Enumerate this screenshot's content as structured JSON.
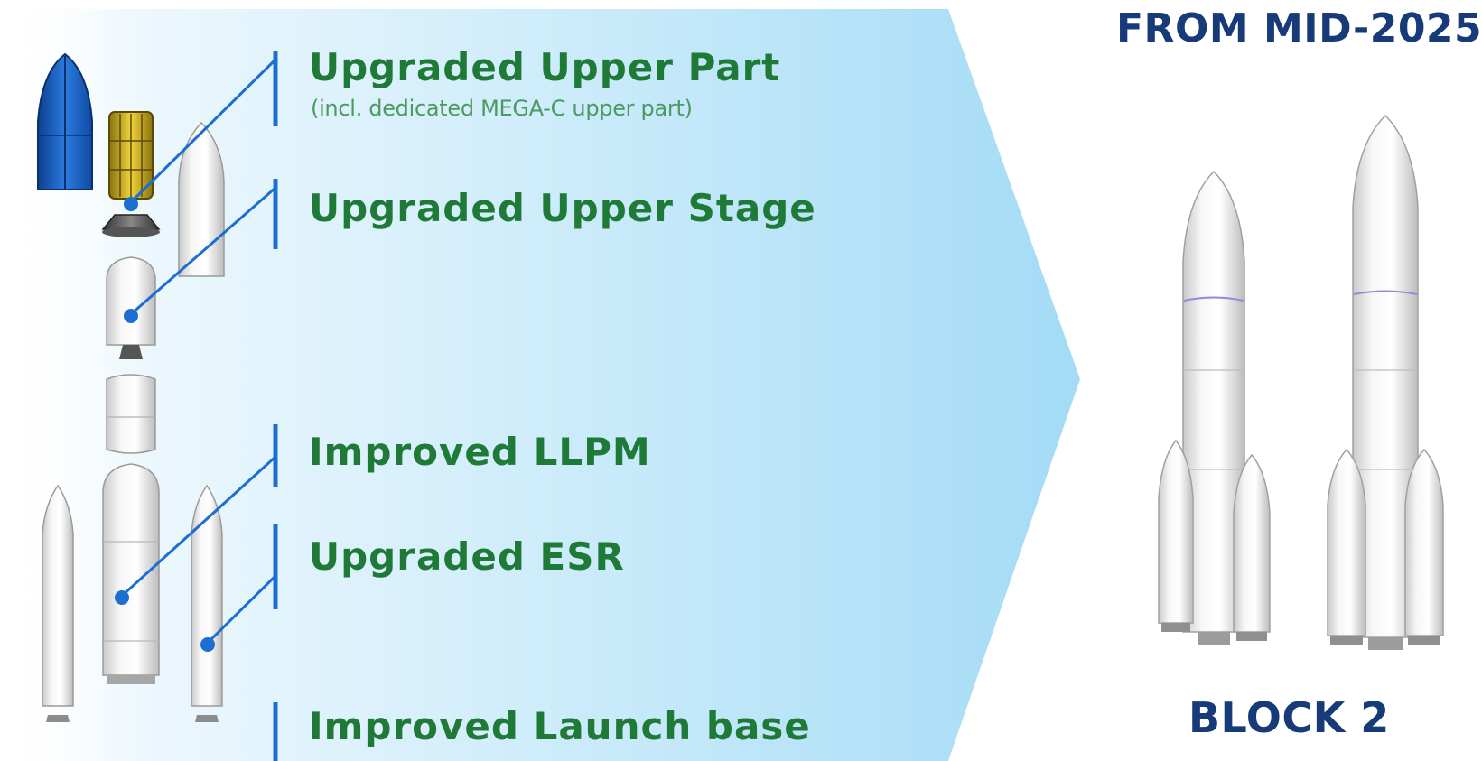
{
  "header": {
    "availability": "FROM MID-2025"
  },
  "upgrades": [
    {
      "label": "Upgraded Upper Part",
      "note": "(incl. dedicated MEGA-C upper part)"
    },
    {
      "label": "Upgraded Upper Stage"
    },
    {
      "label": "Improved LLPM"
    },
    {
      "label": "Upgraded ESR"
    },
    {
      "label": "Improved Launch base"
    }
  ],
  "result": {
    "name": "BLOCK 2"
  },
  "colors": {
    "label_green": "#1f7a37",
    "title_navy": "#173a78",
    "marker_blue": "#1c6fd1",
    "band_light_blue": "#a5dcf6",
    "fairing_blue": "#1a5fc4",
    "dispenser_yellow": "#e0c21a"
  },
  "icons": [
    "fairing-icon",
    "dispenser-icon",
    "upper-stage-icon",
    "interstage-icon",
    "core-stage-icon",
    "booster-icon",
    "rocket-icon"
  ]
}
